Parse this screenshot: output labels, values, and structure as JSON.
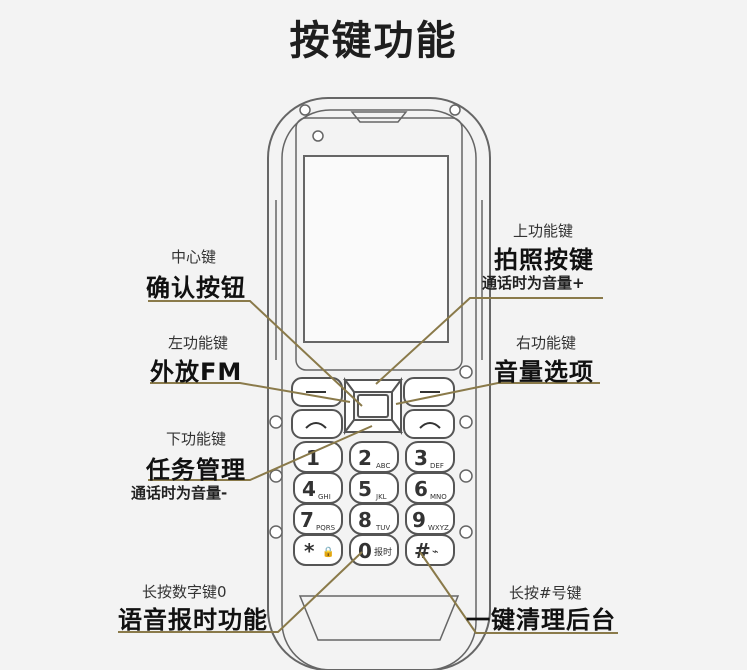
{
  "title": "按键功能",
  "callouts": {
    "center": {
      "sub": "中心键",
      "main": "确认按钮"
    },
    "left": {
      "sub": "左功能键",
      "main": "外放FM"
    },
    "down": {
      "sub": "下功能键",
      "main": "任务管理",
      "note": "通话时为音量-"
    },
    "up": {
      "sub": "上功能键",
      "main": "拍照按键",
      "note": "通话时为音量+"
    },
    "right": {
      "sub": "右功能键",
      "main": "音量选项"
    },
    "zero": {
      "sub": "长按数字键0",
      "main": "语音报时功能"
    },
    "hash": {
      "sub": "长按#号键",
      "main": "一键清理后台"
    }
  },
  "keypad": {
    "k1": {
      "digit": "1",
      "letters": ""
    },
    "k2": {
      "digit": "2",
      "letters": "ABC"
    },
    "k3": {
      "digit": "3",
      "letters": "DEF"
    },
    "k4": {
      "digit": "4",
      "letters": "GHI"
    },
    "k5": {
      "digit": "5",
      "letters": "JKL"
    },
    "k6": {
      "digit": "6",
      "letters": "MNO"
    },
    "k7": {
      "digit": "7",
      "letters": "PQRS"
    },
    "k8": {
      "digit": "8",
      "letters": "TUV"
    },
    "k9": {
      "digit": "9",
      "letters": "WXYZ"
    },
    "kstar": {
      "digit": "*",
      "letters": ""
    },
    "k0": {
      "digit": "0",
      "letters": "报时"
    },
    "khash": {
      "digit": "#",
      "letters": ""
    }
  },
  "colors": {
    "leader": "#8a7a4a",
    "outline": "#555555"
  }
}
